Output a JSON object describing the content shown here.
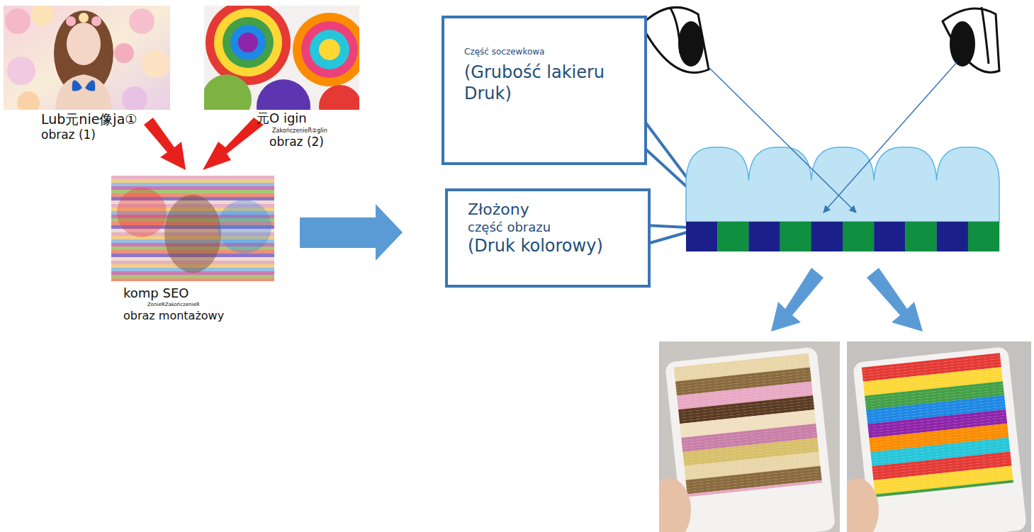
{
  "diagram": {
    "nodes": [
      {
        "text": [
          "Część soczewkowa",
          "(Grubość lakieru Druk)"
        ]
      },
      {
        "text": [
          "Złożony",
          "część obrazu",
          "(Druk kolorowy)"
        ]
      }
    ],
    "labels": [
      "Lub元nie像ja①",
      "obraz (1)",
      "元O igin",
      "ZakończenieR②glin",
      "obraz (2)",
      "komp SEO",
      "ZonieRZakończenieR",
      "obraz montażowy"
    ]
  }
}
